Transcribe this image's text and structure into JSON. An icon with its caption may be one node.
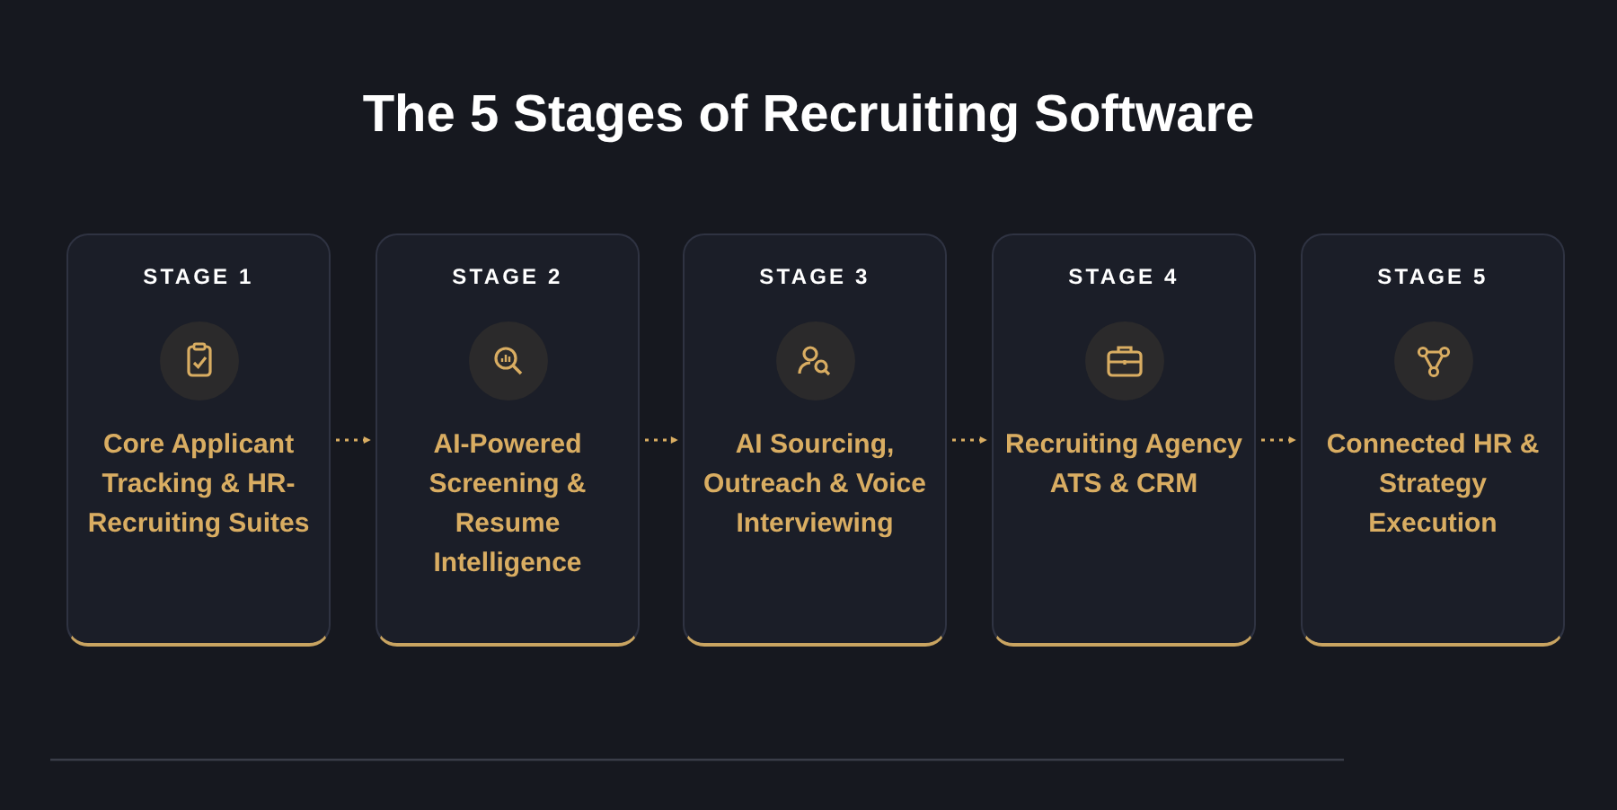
{
  "diagram": {
    "title": "The 5 Stages of Recruiting Software",
    "nodes": [
      {
        "text": [
          "STAGE 1",
          "Core Applicant Tracking & HR-Recruiting Suites"
        ]
      },
      {
        "text": [
          "STAGE 2",
          "AI-Powered Screening & Resume Intelligence"
        ]
      },
      {
        "text": [
          "STAGE 3",
          "AI Sourcing, Outreach & Voice Interviewing"
        ]
      },
      {
        "text": [
          "STAGE 4",
          "Recruiting Agency ATS & CRM"
        ]
      },
      {
        "text": [
          "STAGE 5",
          "Connected HR & Strategy Execution"
        ]
      }
    ],
    "edges": [
      {
        "from": 0,
        "to": 1,
        "arrow": "to",
        "style": "dashed"
      },
      {
        "from": 1,
        "to": 2,
        "arrow": "to",
        "style": "dashed"
      },
      {
        "from": 2,
        "to": 3,
        "arrow": "to",
        "style": "dashed"
      },
      {
        "from": 3,
        "to": 4,
        "arrow": "to",
        "style": "dashed"
      }
    ]
  }
}
